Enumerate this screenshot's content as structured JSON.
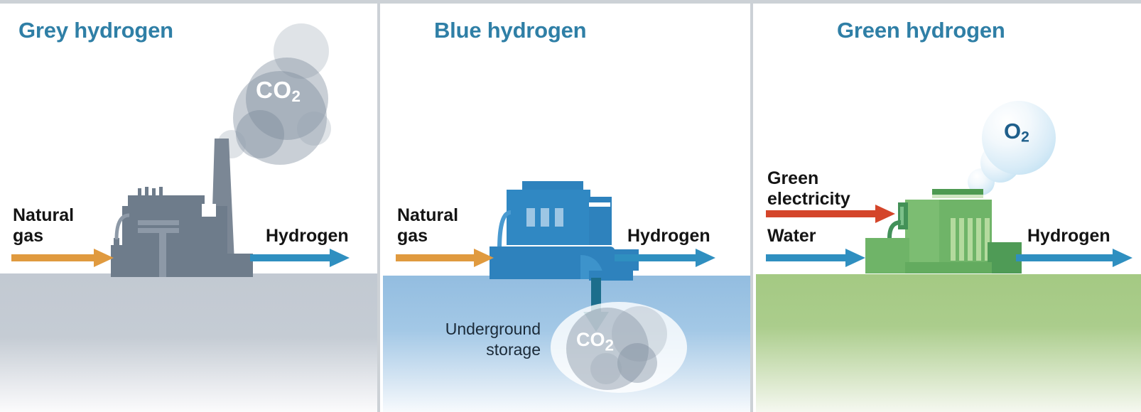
{
  "meta": {
    "figure_title": "Grey, blue and green hydrogen production routes",
    "background_color": "#ffffff",
    "divider_color": "#ccd1d6"
  },
  "palette": {
    "title_blue": "#2f7fa6",
    "label_black": "#141414",
    "natural_gas_arrow": "#e09a3f",
    "hydrogen_arrow": "#2f8fc0",
    "water_arrow": "#2f8fc0",
    "green_electricity_arrow": "#d4452a",
    "co2_injection_arrow": "#1c6e8c",
    "grey_plant": "#6e7c8b",
    "blue_plant": "#2e82bd",
    "green_plant": "#5fa95c",
    "grey_ground": "#c2c9d2",
    "blue_ground": "#93bde0",
    "green_ground": "#a4c983",
    "co2_bubble": "#8b99a8",
    "o2_bubble": "#d7ebf7"
  },
  "panels": [
    {
      "id": "grey",
      "title": "Grey hydrogen",
      "emission_label": "CO",
      "emission_sub": "2",
      "inputs": [
        {
          "name": "natural-gas",
          "label": "Natural\ngas",
          "arrow_color": "#e09a3f"
        }
      ],
      "outputs": [
        {
          "name": "hydrogen",
          "label": "Hydrogen",
          "arrow_color": "#2f8fc0"
        }
      ]
    },
    {
      "id": "blue",
      "title": "Blue hydrogen",
      "emission_label": "CO",
      "emission_sub": "2",
      "storage_label": "Underground\nstorage",
      "inputs": [
        {
          "name": "natural-gas",
          "label": "Natural\ngas",
          "arrow_color": "#e09a3f"
        }
      ],
      "outputs": [
        {
          "name": "hydrogen",
          "label": "Hydrogen",
          "arrow_color": "#2f8fc0"
        }
      ]
    },
    {
      "id": "green",
      "title": "Green hydrogen",
      "emission_label": "O",
      "emission_sub": "2",
      "inputs": [
        {
          "name": "green-electricity",
          "label": "Green\nelectricity",
          "arrow_color": "#d4452a"
        },
        {
          "name": "water",
          "label": "Water",
          "arrow_color": "#2f8fc0"
        }
      ],
      "outputs": [
        {
          "name": "hydrogen",
          "label": "Hydrogen",
          "arrow_color": "#2f8fc0"
        }
      ]
    }
  ]
}
